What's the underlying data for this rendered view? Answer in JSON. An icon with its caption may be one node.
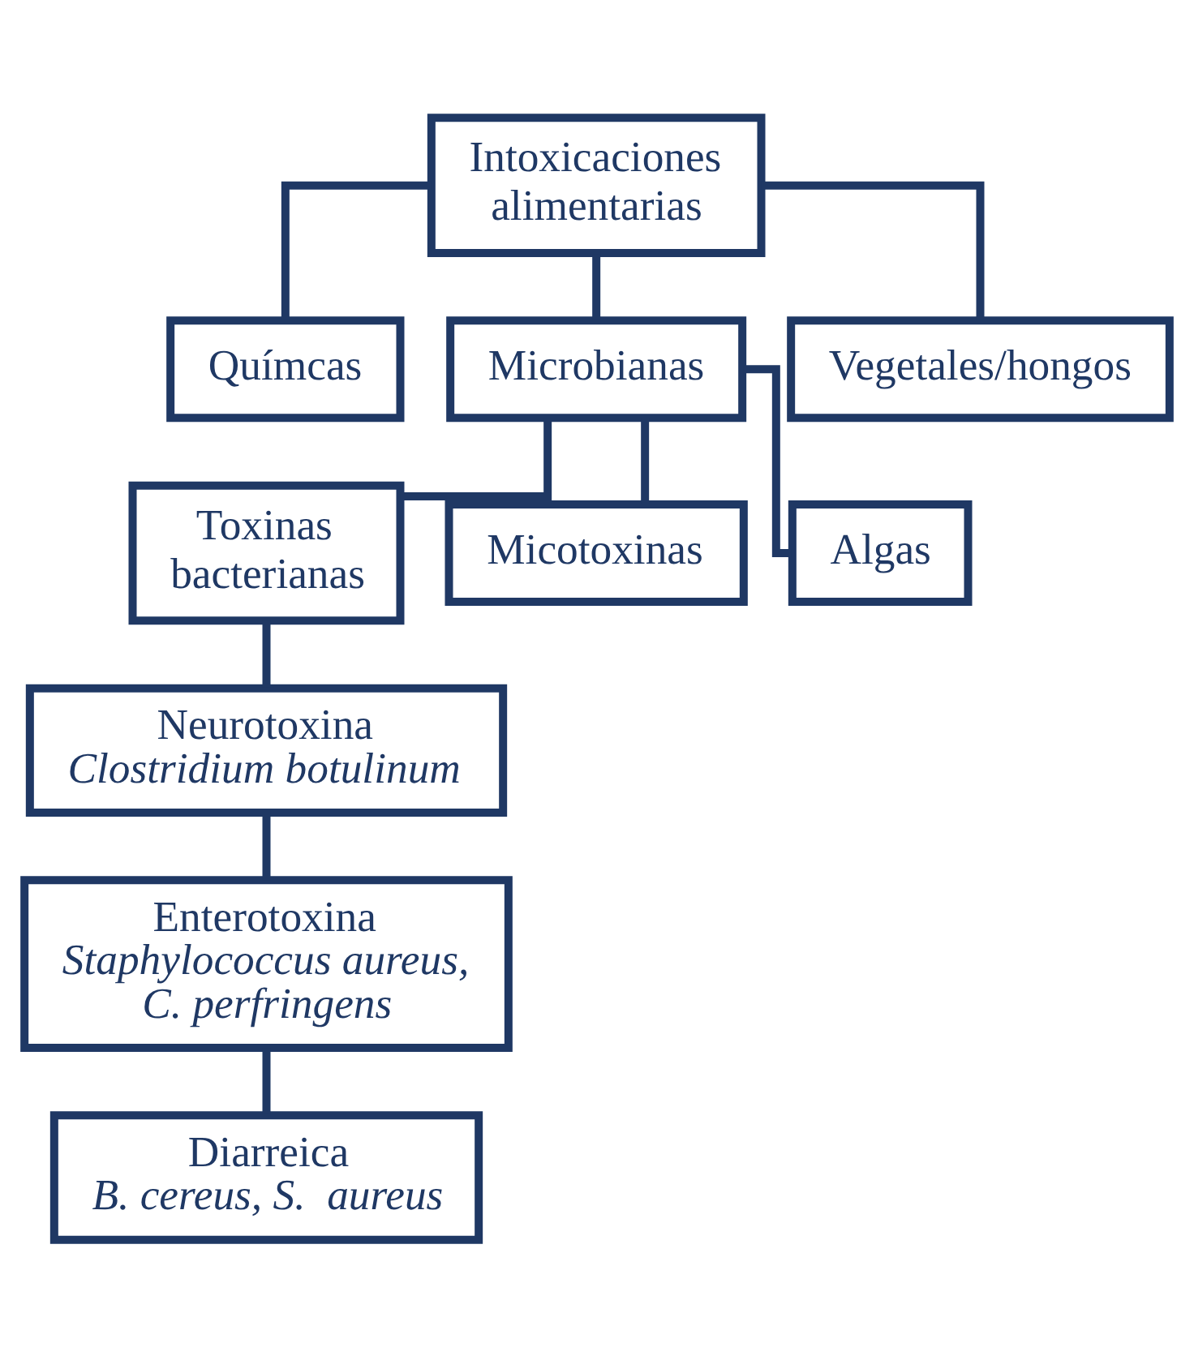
{
  "diagram": {
    "nodes": [
      {
        "text": [
          "Intoxicaciones alimentarias"
        ]
      },
      {
        "text": [
          "Químcas"
        ]
      },
      {
        "text": [
          "Microbianas"
        ]
      },
      {
        "text": [
          "Vegetales/hongos"
        ]
      },
      {
        "text": [
          "Toxinas bacterianas"
        ]
      },
      {
        "text": [
          "Micotoxinas"
        ]
      },
      {
        "text": [
          "Algas"
        ]
      },
      {
        "text": [
          "Neurotoxina",
          "Clostridium botulinum"
        ]
      },
      {
        "text": [
          "Enterotoxina",
          "Staphylococcus aureus, C. perfringens"
        ]
      },
      {
        "text": [
          "Diarreica",
          "B. cereus, S.  aureus"
        ]
      }
    ],
    "edges": [
      {
        "from": 0,
        "to": 1,
        "arrow": "none"
      },
      {
        "from": 0,
        "to": 2,
        "arrow": "none"
      },
      {
        "from": 0,
        "to": 3,
        "arrow": "none"
      },
      {
        "from": 2,
        "to": 4,
        "arrow": "none"
      },
      {
        "from": 2,
        "to": 5,
        "arrow": "none"
      },
      {
        "from": 2,
        "to": 6,
        "arrow": "none"
      },
      {
        "from": 4,
        "to": 7,
        "arrow": "none"
      },
      {
        "from": 7,
        "to": 8,
        "arrow": "none"
      },
      {
        "from": 8,
        "to": 9,
        "arrow": "none"
      }
    ]
  }
}
